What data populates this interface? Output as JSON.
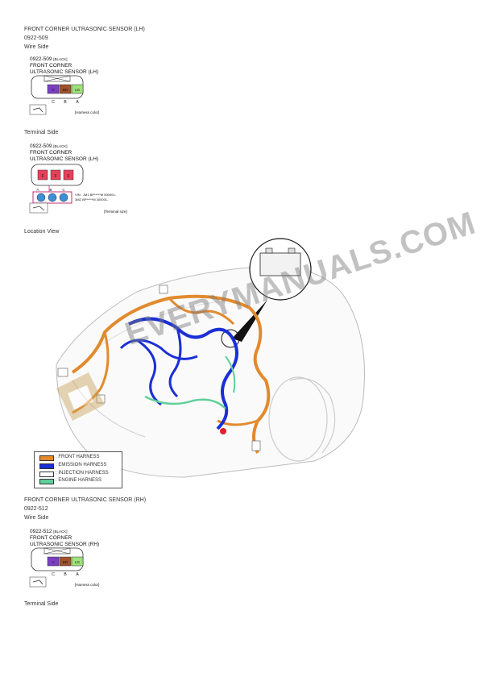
{
  "sections": {
    "lh": {
      "title": "FRONT CORNER ULTRASONIC SENSOR (LH)",
      "code": "0922-509",
      "wire_side_heading": "Wire Side",
      "terminal_side_heading": "Terminal Side"
    },
    "location_heading": "Location View",
    "rh": {
      "title": "FRONT CORNER ULTRASONIC SENSOR (RH)",
      "code": "0922-512",
      "wire_side_heading": "Wire Side",
      "terminal_side_heading": "Terminal Side"
    }
  },
  "connector_lh_wire": {
    "code": "0922-509",
    "color_tag": "[BLACK]",
    "name_line1": "FRONT CORNER",
    "name_line2": "ULTRASONIC SENSOR (LH)",
    "pins": [
      {
        "letter": "C",
        "color_code": "V",
        "fill": "#7b3fc4"
      },
      {
        "letter": "B",
        "color_code": "BR",
        "fill": "#a0522d"
      },
      {
        "letter": "A",
        "color_code": "LG",
        "fill": "#9fe07a"
      }
    ],
    "view_note": "[Harness color]"
  },
  "connector_lh_terminal": {
    "code": "0922-509",
    "color_tag": "[BLACK]",
    "name_line1": "FRONT CORNER",
    "name_line2": "ULTRASONIC SENSOR (LH)",
    "top_pins": [
      "F",
      "F",
      "F"
    ],
    "bottom_letters": [
      "A",
      "B",
      "C"
    ],
    "vin_line1": "VIN : JM1 BP*****M 500001-",
    "vin_line2": "3MZ BP*****M 300001-",
    "view_note": "[Terminal size]"
  },
  "legend": {
    "items": [
      {
        "label": ": FRONT HARNESS",
        "color": "#e28a2e"
      },
      {
        "label": ": EMISSION HARNESS",
        "color": "#1a2fd6"
      },
      {
        "label": ": INJECTION HARNESS",
        "color": "#ffffff"
      },
      {
        "label": ": ENGINE HARNESS",
        "color": "#5fcf9a"
      }
    ]
  },
  "watermark": "EVERYMANUALS.COM",
  "connector_rh_wire": {
    "code": "0922-512",
    "color_tag": "[BLACK]",
    "name_line1": "FRONT CORNER",
    "name_line2": "ULTRASONIC SENSOR (RH)",
    "pins": [
      {
        "letter": "C",
        "color_code": "V",
        "fill": "#7b3fc4"
      },
      {
        "letter": "B",
        "color_code": "BR",
        "fill": "#a0522d"
      },
      {
        "letter": "A",
        "color_code": "LG",
        "fill": "#9fe07a"
      }
    ],
    "view_note": "[Harness color]"
  },
  "colors": {
    "front_harness": "#e28a2e",
    "emission_harness": "#1a2fd6",
    "engine_harness": "#5fcf9a",
    "terminal_pin": "#e8405a",
    "location_marker": "#e0202a"
  }
}
